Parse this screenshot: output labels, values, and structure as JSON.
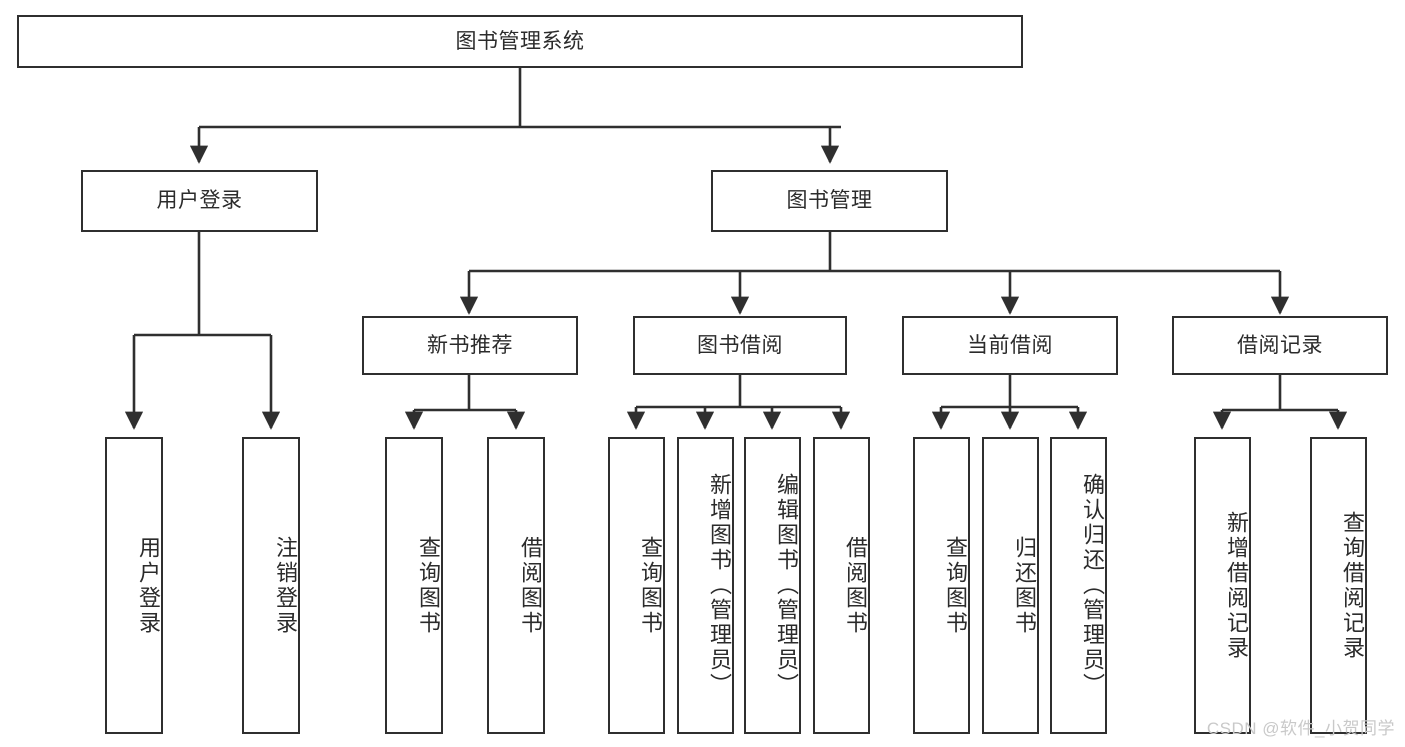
{
  "diagram": {
    "title": "图书管理系统",
    "type": "hierarchy-tree",
    "watermark": "CSDN @软件_小贺同学",
    "colors": {
      "box_border": "#2f2f2f",
      "box_fill": "#ffffff",
      "connector": "#2f2f2f",
      "text": "#2b2b2b",
      "watermark": "#c9c9c9"
    },
    "nodes": {
      "root": {
        "label": "图书管理系统"
      },
      "level2": [
        {
          "label": "用户登录"
        },
        {
          "label": "图书管理"
        }
      ],
      "level3": [
        {
          "label": "新书推荐"
        },
        {
          "label": "图书借阅"
        },
        {
          "label": "当前借阅"
        },
        {
          "label": "借阅记录"
        }
      ],
      "leaves": {
        "user_login": [
          {
            "label": "用户登录"
          },
          {
            "label": "注销登录"
          }
        ],
        "new_book_recommend": [
          {
            "label": "查询图书"
          },
          {
            "label": "借阅图书"
          }
        ],
        "book_borrow": [
          {
            "label": "查询图书"
          },
          {
            "label": "新增图书（管理员）"
          },
          {
            "label": "编辑图书（管理员）"
          },
          {
            "label": "借阅图书"
          }
        ],
        "current_borrow": [
          {
            "label": "查询图书"
          },
          {
            "label": "归还图书"
          },
          {
            "label": "确认归还（管理员）"
          }
        ],
        "borrow_record": [
          {
            "label": "新增借阅记录"
          },
          {
            "label": "查询借阅记录"
          }
        ]
      }
    }
  }
}
